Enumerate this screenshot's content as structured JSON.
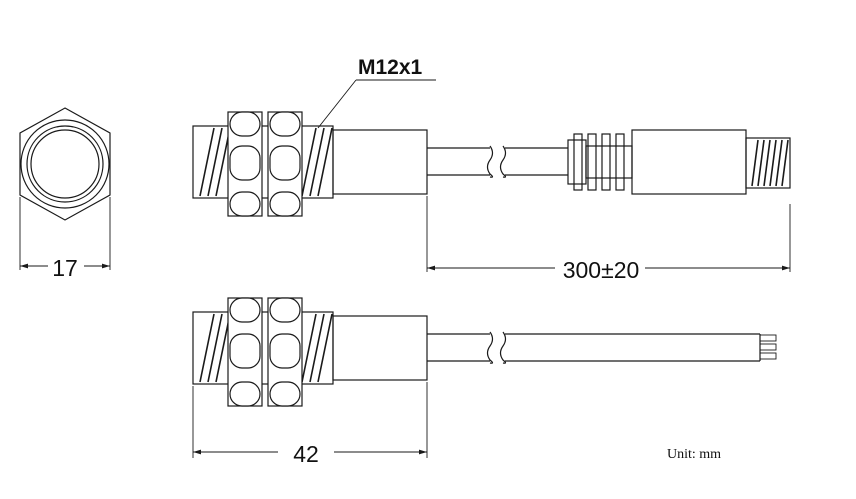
{
  "labels": {
    "hex_width": "17",
    "cable_length": "300±20",
    "thread_spec": "M12x1",
    "body_length": "42",
    "unit": "Unit: mm"
  }
}
